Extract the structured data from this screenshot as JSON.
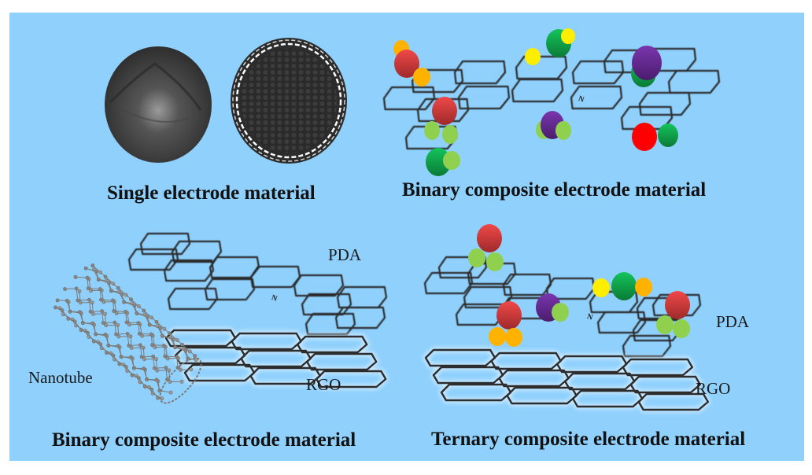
{
  "figure": {
    "background_color": "#8fd0fd",
    "panels": [
      {
        "id": "single",
        "caption": "Single electrode material",
        "items": [
          "solid-sphere",
          "porous-carbon-sphere"
        ]
      },
      {
        "id": "binary-pda",
        "caption": "Binary composite electrode material",
        "items": [
          "pda-molecule-with-atom-clusters"
        ],
        "nitrogen_label": "N"
      },
      {
        "id": "binary-rgo",
        "caption": "Binary composite electrode material",
        "labels": {
          "pda": "PDA",
          "rgo": "RGO",
          "nanotube": "Nanotube"
        },
        "nitrogen_label": "N"
      },
      {
        "id": "ternary",
        "caption": "Ternary composite electrode material",
        "labels": {
          "pda": "PDA",
          "rgo": "RGO"
        },
        "nitrogen_label": "N"
      }
    ],
    "atom_colors": {
      "red": "#e8383b",
      "orange": "#ffb300",
      "yellow": "#ffee00",
      "lightgreen": "#8fd14f",
      "green": "#12b955",
      "purple": "#7030a0",
      "pure_red": "#ff0000"
    },
    "atom_clusters_binary_pda": [
      [
        "orange",
        "red",
        "orange"
      ],
      [
        "green",
        "yellow",
        "yellow"
      ],
      [
        "green",
        "purple"
      ],
      [
        "red",
        "lightgreen",
        "lightgreen"
      ],
      [
        "lightgreen",
        "purple",
        "lightgreen"
      ],
      [
        "pure_red",
        "green"
      ],
      [
        "green",
        "lightgreen"
      ]
    ],
    "atom_clusters_ternary": [
      [
        "red",
        "lightgreen",
        "lightgreen"
      ],
      [
        "red",
        "orange",
        "orange"
      ],
      [
        "purple",
        "lightgreen"
      ],
      [
        "yellow",
        "green",
        "orange"
      ],
      [
        "red",
        "lightgreen",
        "lightgreen"
      ]
    ]
  }
}
